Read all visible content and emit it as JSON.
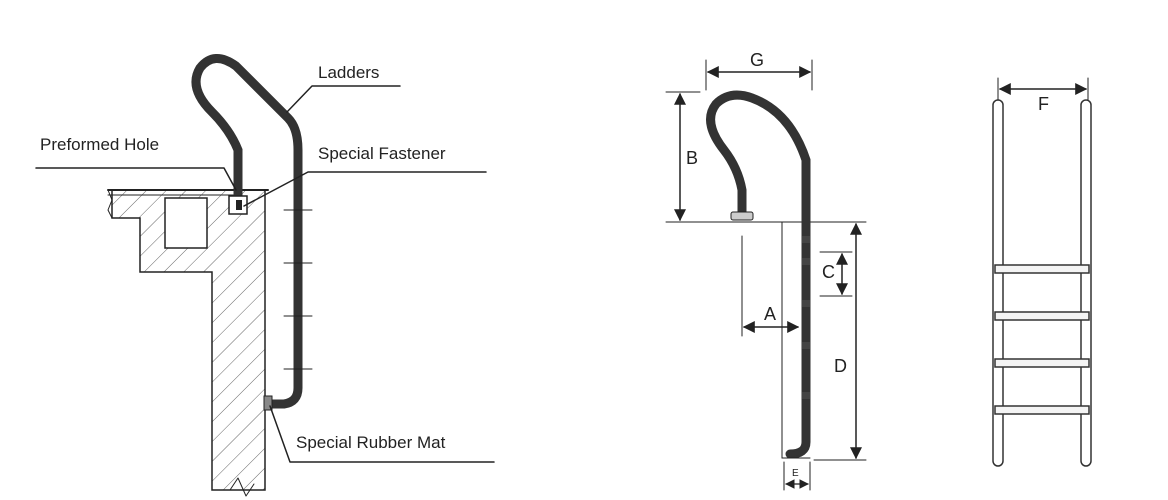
{
  "left_diagram": {
    "callouts": {
      "ladders": "Ladders",
      "preformed_hole": "Preformed Hole",
      "special_fastener": "Special Fastener",
      "special_rubber_mat": "Special Rubber Mat"
    }
  },
  "side_view": {
    "dimensions": {
      "g": "G",
      "b": "B",
      "c": "C",
      "a": "A",
      "d": "D",
      "e": "E"
    }
  },
  "front_view": {
    "dimensions": {
      "f": "F"
    }
  }
}
